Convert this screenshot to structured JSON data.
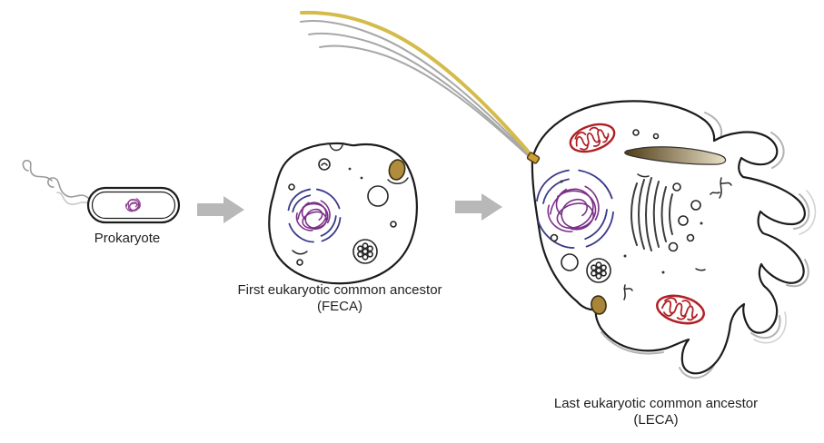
{
  "diagram": {
    "stages": [
      {
        "label": "Prokaryote",
        "sublabel": ""
      },
      {
        "label": "First eukaryotic common ancestor",
        "sublabel": "(FECA)"
      },
      {
        "label": "Last eukaryotic common ancestor",
        "sublabel": "(LECA)"
      }
    ],
    "colors": {
      "outline": "#1c1c1c",
      "dna_purple": "#7b2f88",
      "nuclear_membrane_blue": "#3a3a8c",
      "mitochondria_red": "#b02025",
      "flagellum_yellow": "#d4bb4a",
      "endosymbiont_tan": "#b08c3c",
      "arrow_gray": "#b8b8b8",
      "echo_gray": "#b3b3b3"
    }
  }
}
